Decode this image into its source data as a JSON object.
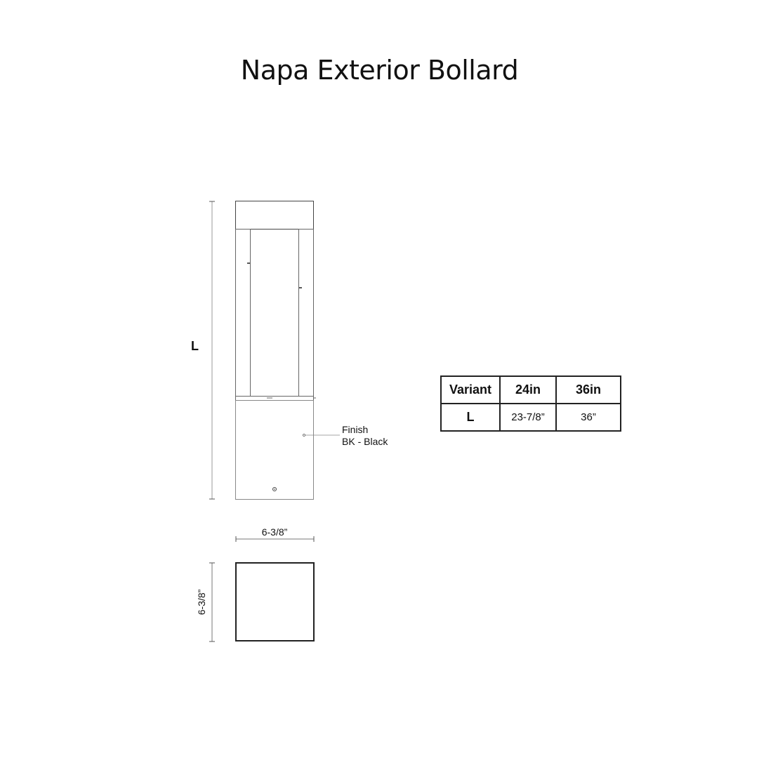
{
  "title": "Napa Exterior Bollard",
  "drawing": {
    "height_label": "L",
    "width_label": "6-3/8”",
    "depth_label": "6-3/8”",
    "finish_heading": "Finish",
    "finish_value": "BK - Black"
  },
  "table": {
    "headers": [
      "Variant",
      "24in",
      "36in"
    ],
    "rows": [
      [
        "L",
        "23-7/8”",
        "36”"
      ]
    ]
  }
}
